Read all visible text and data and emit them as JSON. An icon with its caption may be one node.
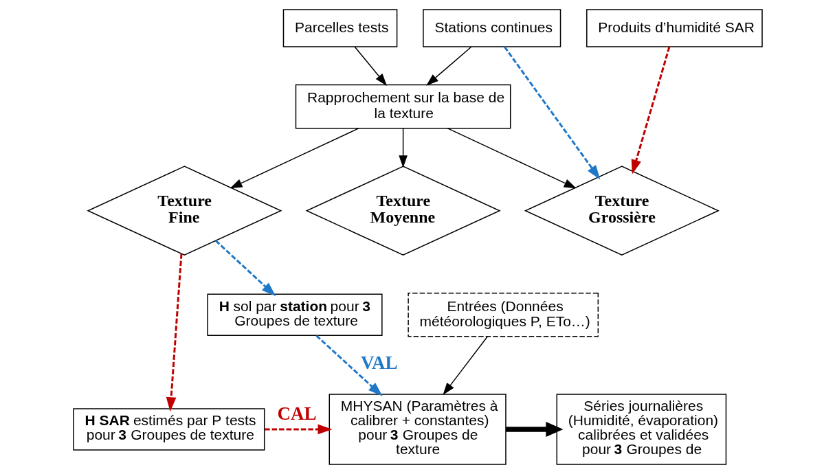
{
  "diagram": {
    "nodes": [
      {
        "text": [
          "Parcelles tests"
        ]
      },
      {
        "text": [
          "Stations continues"
        ]
      },
      {
        "text": [
          "Produits d’humidité SAR"
        ]
      },
      {
        "text": [
          "Rapprochement sur la base de la texture"
        ]
      },
      {
        "text": [
          "Texture Fine"
        ]
      },
      {
        "text": [
          "Texture Moyenne"
        ]
      },
      {
        "text": [
          "Texture Grossière"
        ]
      },
      {
        "text": [
          "**H SAR** estimés par P tests pour **3** Groupes de texture"
        ]
      },
      {
        "text": [
          "**H** sol par **station** pour **3** Groupes de texture"
        ]
      },
      {
        "text": [
          "MHYSAN (Paramètres à calibrer + constantes) pour **3** Groupes de texture"
        ]
      },
      {
        "text": [
          "Séries journalières (Humidité, évaporation) calibrées et validées pour **3** Groupes de"
        ]
      },
      {
        "text": [
          "Entrées (Données météorologiques P, ETo…)"
        ]
      }
    ],
    "edges": [
      {
        "from": 0,
        "to": 3,
        "arrow": "to"
      },
      {
        "from": 1,
        "to": 3,
        "arrow": "to"
      },
      {
        "from": 3,
        "to": 4,
        "arrow": "to"
      },
      {
        "from": 3,
        "to": 5,
        "arrow": "to"
      },
      {
        "from": 3,
        "to": 6,
        "arrow": "to"
      },
      {
        "from": 1,
        "to": 6,
        "arrow": "to",
        "style": "dashed",
        "color": "#1f78c8"
      },
      {
        "from": 2,
        "to": 6,
        "arrow": "to",
        "style": "dashed",
        "color": "#c00000"
      },
      {
        "from": 4,
        "to": 7,
        "arrow": "to",
        "style": "dashed",
        "color": "#c00000"
      },
      {
        "from": 4,
        "to": 8,
        "arrow": "to",
        "style": "dashed",
        "color": "#1f78c8"
      },
      {
        "from": 7,
        "to": 9,
        "arrow": "to",
        "label": "CAL",
        "style": "dashed",
        "color": "#c00000"
      },
      {
        "from": 8,
        "to": 9,
        "arrow": "to",
        "label": "VAL",
        "style": "dashed",
        "color": "#1f78c8"
      },
      {
        "from": 9,
        "to": 10,
        "arrow": "to",
        "style": "thick"
      },
      {
        "from": 11,
        "to": 9,
        "arrow": "to"
      }
    ]
  }
}
